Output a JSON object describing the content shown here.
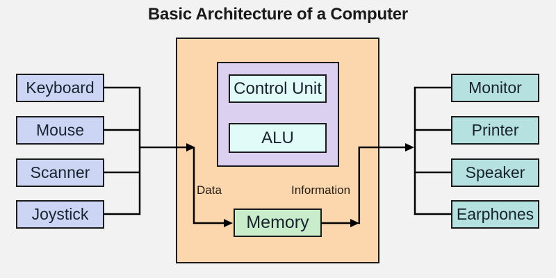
{
  "title": "Basic Architecture of a Computer",
  "cpu": {
    "control_unit_label": "Control Unit",
    "alu_label": "ALU",
    "memory_label": "Memory"
  },
  "flow_labels": {
    "data": "Data",
    "information": "Information"
  },
  "input_devices": [
    {
      "label": "Keyboard"
    },
    {
      "label": "Mouse"
    },
    {
      "label": "Scanner"
    },
    {
      "label": "Joystick"
    }
  ],
  "output_devices": [
    {
      "label": "Monitor"
    },
    {
      "label": "Printer"
    },
    {
      "label": "Speaker"
    },
    {
      "label": "Earphones"
    }
  ],
  "colors": {
    "background": "#f2f2f2",
    "input_fill": "#ccd6f4",
    "output_fill": "#b5e1e0",
    "cpu_fill": "#fcd6ac",
    "cpu_inner_fill": "#dcd0f0",
    "unit_fill": "#e0fbf8",
    "memory_fill": "#c9eccb",
    "border": "#1a1a1a",
    "line": "#000000"
  }
}
